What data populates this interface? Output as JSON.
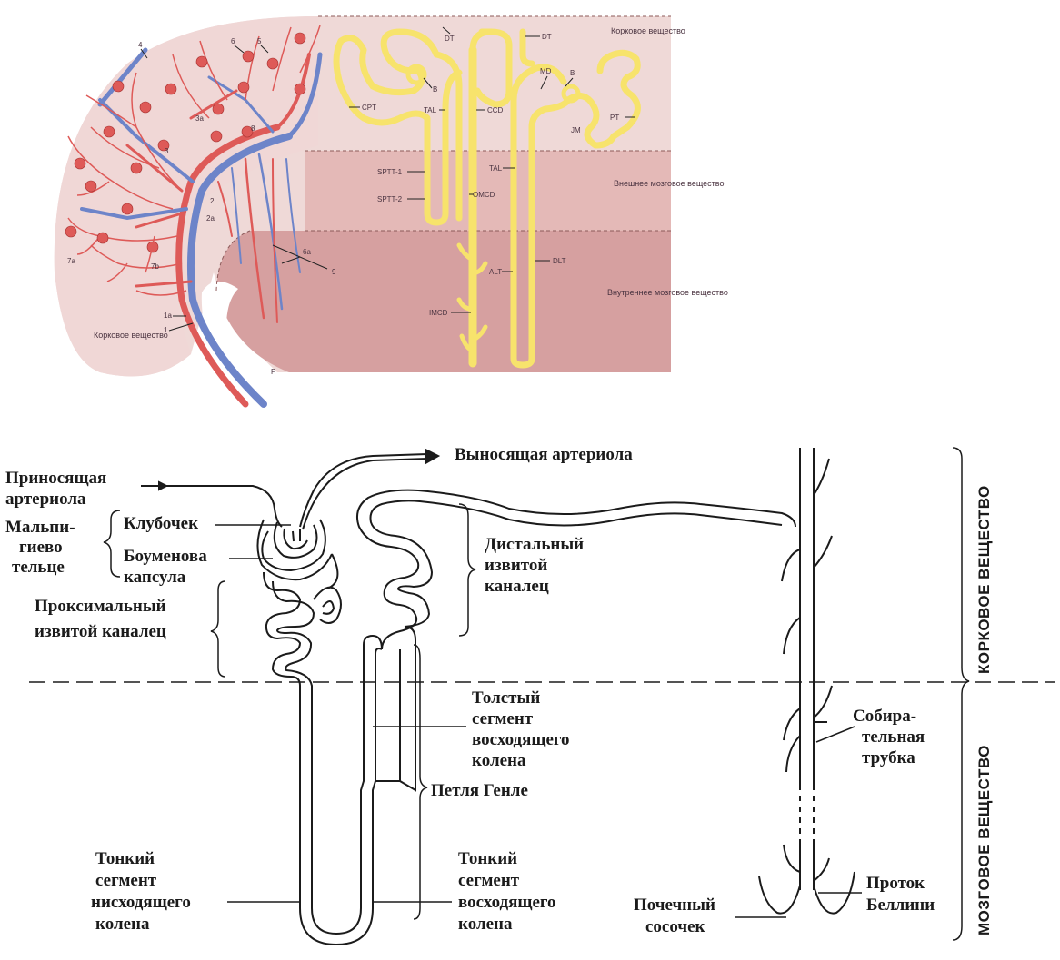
{
  "top_diagram": {
    "zones": {
      "cortex": "Корковое вещество",
      "outer_medulla": "Внешнее мозговое вещество",
      "inner_medulla": "Внутреннее мозговое вещество",
      "cortex_left": "Корковое вещество"
    },
    "tubule_labels": {
      "dt_a": "DT",
      "dt_b": "DT",
      "b_a": "B",
      "b_b": "B",
      "md": "MD",
      "cpt": "CPT",
      "tal_a": "TAL",
      "tal_b": "TAL",
      "ccd": "CCD",
      "pt": "PT",
      "jm": "JM",
      "sptt1": "SPTT-1",
      "sptt2": "SPTT-2",
      "omcd": "OMCD",
      "alt": "ALT",
      "dlt": "DLT",
      "imcd": "IMCD",
      "p": "P"
    },
    "vessel_labels": {
      "n4": "4",
      "n6": "6",
      "n5": "5",
      "n3a": "3а",
      "n8": "8",
      "n3": "3",
      "n2": "2",
      "n2a": "2а",
      "n7a": "7а",
      "n7b": "7b",
      "n1a": "1а",
      "n1": "1",
      "n6a": "6а",
      "n9": "9"
    }
  },
  "bottom_diagram": {
    "labels": {
      "efferent_arteriole": "Выносящая артериола",
      "afferent_arteriole": [
        "Приносящая",
        "артериола"
      ],
      "malpighian_body": [
        "Мальпи-",
        "гиево",
        "тельце"
      ],
      "glomerulus": "Клубочек",
      "bowman_capsule": [
        "Боуменова",
        "капсула"
      ],
      "proximal_tubule": [
        "Проксимальный",
        "извитой каналец"
      ],
      "distal_tubule": [
        "Дистальный",
        "извитой",
        "каналец"
      ],
      "thick_ascending": [
        "Толстый",
        "сегмент",
        "восходящего",
        "колена"
      ],
      "loop_of_henle": "Петля Генле",
      "collecting_duct": [
        "Собира-",
        "тельная",
        "трубка"
      ],
      "thin_descending": [
        "Тонкий",
        "сегмент",
        "нисходящего",
        "колена"
      ],
      "thin_ascending": [
        "Тонкий",
        "сегмент",
        "восходящего",
        "колена"
      ],
      "renal_papilla": [
        "Почечный",
        "сосочек"
      ],
      "duct_bellini": [
        "Проток",
        "Беллини"
      ],
      "cortex_vertical": "КОРКОВОЕ ВЕЩЕСТВО",
      "medulla_vertical": "МОЗГОВОЕ ВЕЩЕСТВО"
    }
  },
  "colors": {
    "cortex_bg": "#efd9d7",
    "outer_medulla_bg": "#e4b9b7",
    "inner_medulla_bg": "#d6a0a0",
    "tubule": "#f7e36c",
    "artery": "#de5a58",
    "vein": "#6d84c9"
  }
}
